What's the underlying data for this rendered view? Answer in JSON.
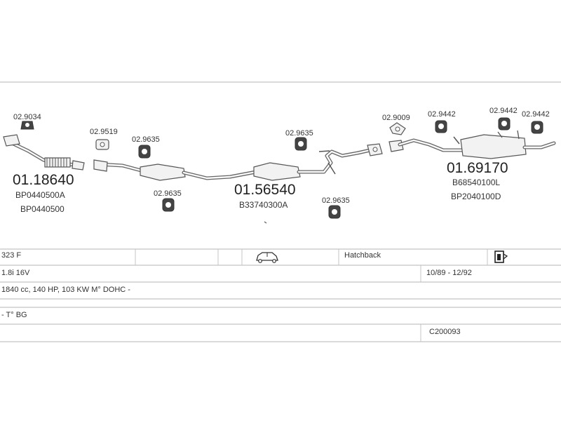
{
  "parts": {
    "downpipe": {
      "number": "01.18640",
      "refs": [
        "BP0440500A",
        "BP0440500"
      ]
    },
    "mid_silencer": {
      "number": "01.56540",
      "refs": [
        "B33740300A"
      ]
    },
    "rear_silencer": {
      "number": "01.69170",
      "refs": [
        "B68540100L",
        "BP2040100D"
      ]
    }
  },
  "fittings": [
    "02.9034",
    "02.9519",
    "02.9635",
    "02.9635",
    "02.9635",
    "02.9635",
    "02.9009",
    "02.9442",
    "02.9442",
    "02.9442"
  ],
  "vehicle": {
    "model": "323 F",
    "body_type": "Hatchback",
    "engine": "1.8i 16V",
    "production": "10/89 - 12/92",
    "engine_details": "1840 cc, 140 HP, 103 KW M° DOHC -",
    "type_code": "- T° BG",
    "system_code": "C200093"
  },
  "icons": {
    "vehicle_icon": "car-icon",
    "document_icon": "document-icon"
  }
}
